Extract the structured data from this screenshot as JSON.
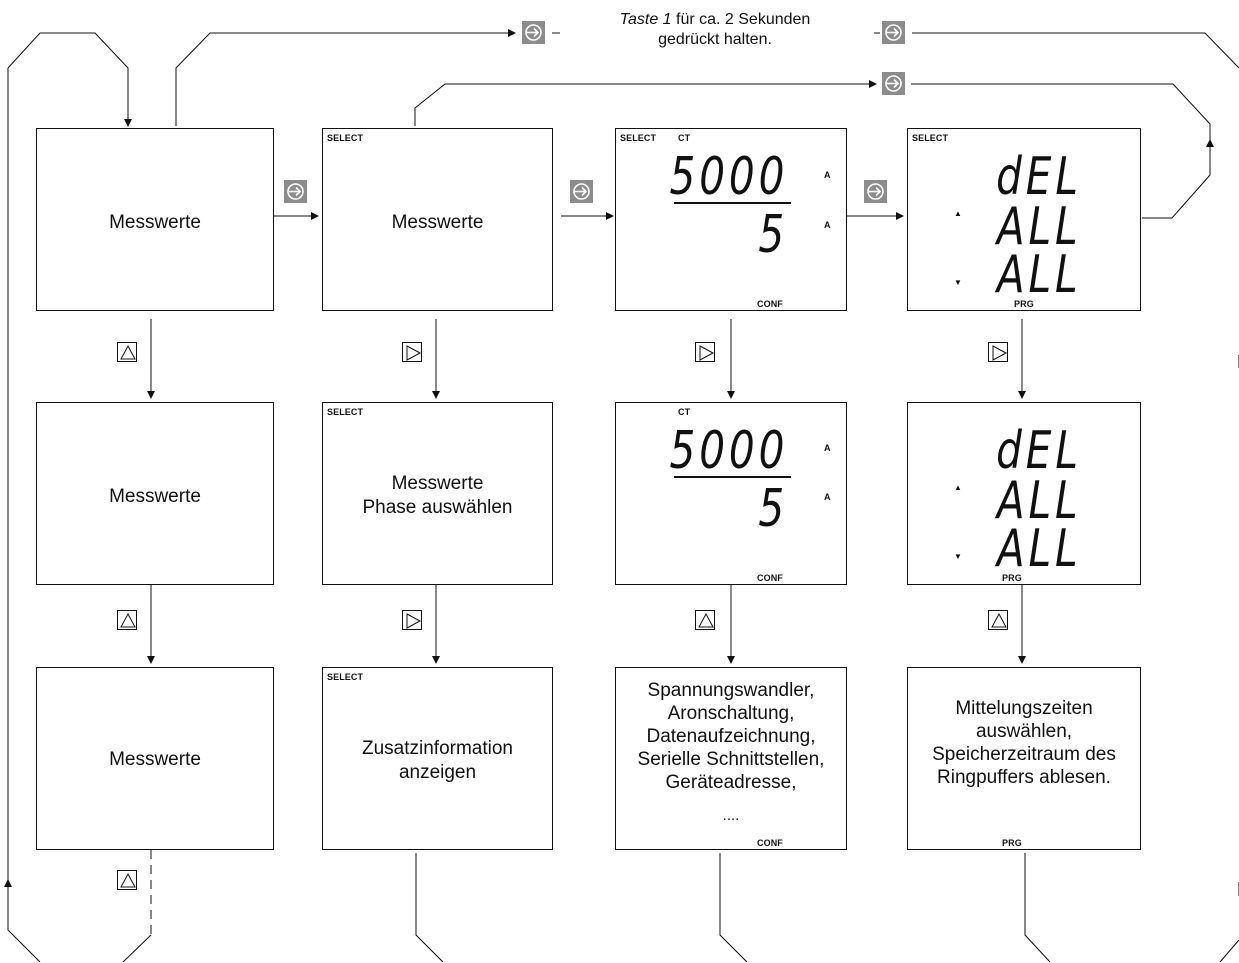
{
  "top_note": {
    "key": "Taste 1",
    "line1_rest": " für ca. 2 Sekunden",
    "line2": "gedrückt halten."
  },
  "col1": {
    "box1": "Messwerte",
    "box2": "Messwerte",
    "box3": "Messwerte"
  },
  "col2": {
    "box1": {
      "label": "SELECT",
      "text": "Messwerte"
    },
    "box2": {
      "label": "SELECT",
      "line1": "Messwerte",
      "line2": "Phase auswählen"
    },
    "box3": {
      "label": "SELECT",
      "line1": "Zusatzinformation",
      "line2": "anzeigen"
    }
  },
  "col3": {
    "box1": {
      "label_select": "SELECT",
      "label_ct": "CT",
      "primary": "5000",
      "secondary": "5",
      "unit1": "A",
      "unit2": "A",
      "conf": "CONF"
    },
    "box2": {
      "label_ct": "CT",
      "primary": "5000",
      "secondary": "5",
      "unit1": "A",
      "unit2": "A",
      "conf": "CONF"
    },
    "box3": {
      "lines": [
        "Spannungswandler,",
        "Aronschaltung,",
        "Datenaufzeichnung,",
        "Serielle Schnittstellen,",
        "Geräteadresse,",
        "...."
      ],
      "conf": "CONF"
    }
  },
  "col4": {
    "box1": {
      "label": "SELECT",
      "line1": "dEL",
      "line2": "ALL",
      "line3": "ALL",
      "prg": "PRG"
    },
    "box2": {
      "line1": "dEL",
      "line2": "ALL",
      "line3": "ALL",
      "prg": "PRG"
    },
    "box3": {
      "lines": [
        "Mittelungszeiten",
        "auswählen,",
        "Speicherzeitraum des",
        "Ringpuffers ablesen."
      ],
      "prg": "PRG"
    }
  },
  "icons": {
    "up_key": "up-triangle-key-icon",
    "right_key": "right-triangle-key-icon",
    "enter_key": "enter-arrow-key-icon"
  },
  "colors": {
    "line": "#111111",
    "enter_key_bg": "#8c8c8c"
  }
}
